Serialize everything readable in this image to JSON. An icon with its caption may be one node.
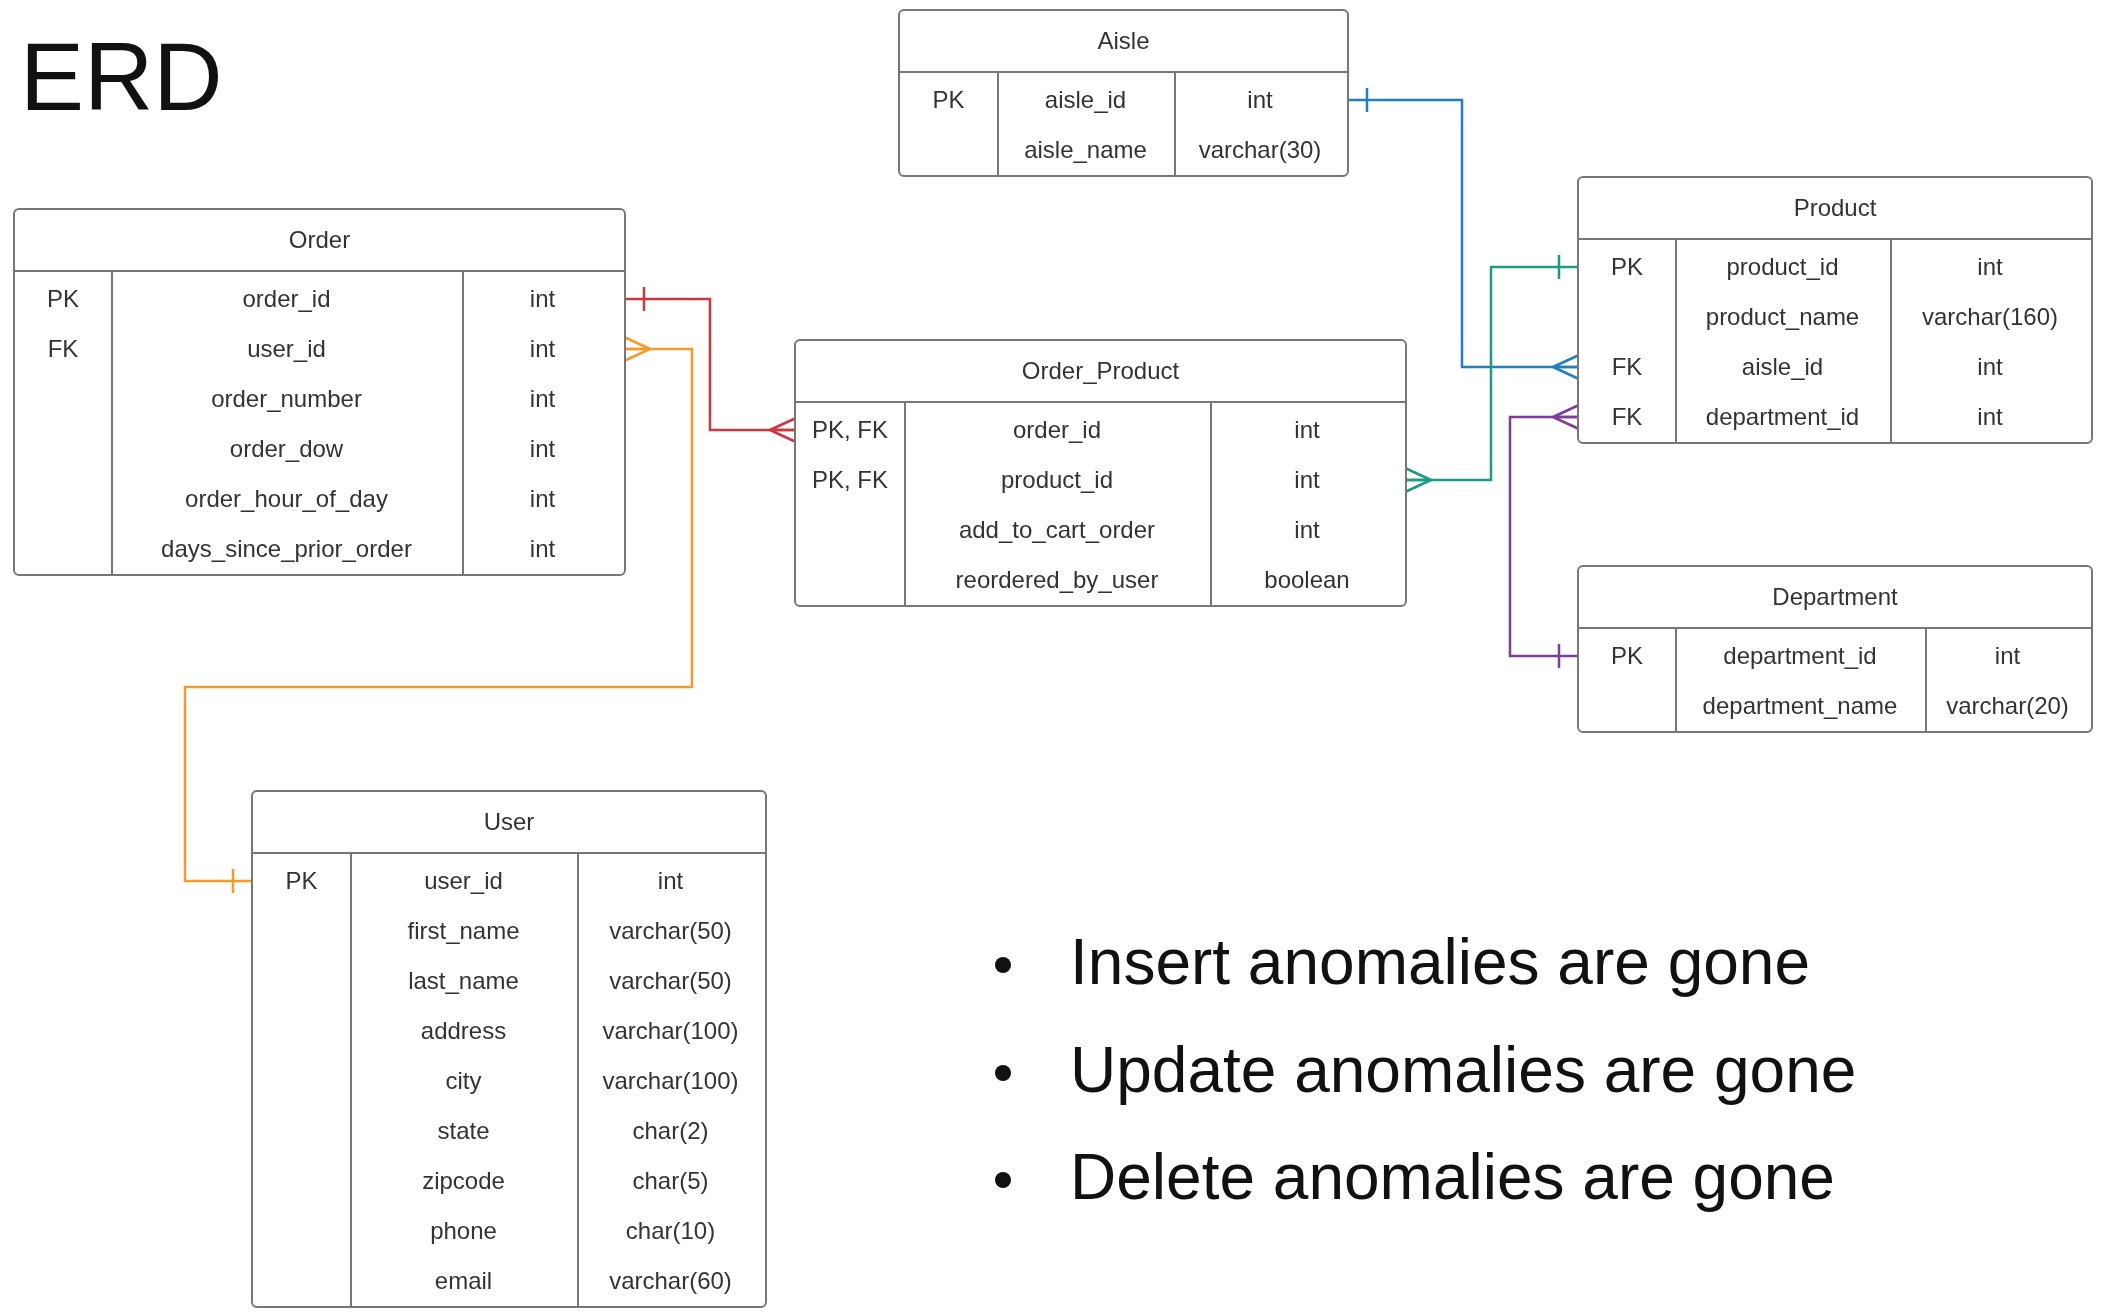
{
  "diagram": {
    "title": "ERD",
    "nodes": [
      {
        "text": [
          "Aisle"
        ]
      },
      {
        "text": [
          "PK",
          "aisle_id",
          "int"
        ],
        "in": 0
      },
      {
        "text": [
          "aisle_name",
          "varchar(30)"
        ],
        "in": 0
      },
      {
        "text": [
          "Order"
        ]
      },
      {
        "text": [
          "PK",
          "order_id",
          "int"
        ],
        "in": 3
      },
      {
        "text": [
          "FK",
          "user_id",
          "int"
        ],
        "in": 3
      },
      {
        "text": [
          "order_number",
          "int"
        ],
        "in": 3
      },
      {
        "text": [
          "order_dow",
          "int"
        ],
        "in": 3
      },
      {
        "text": [
          "order_hour_of_day",
          "int"
        ],
        "in": 3
      },
      {
        "text": [
          "days_since_prior_order",
          "int"
        ],
        "in": 3
      },
      {
        "text": [
          "Order_Product"
        ]
      },
      {
        "text": [
          "PK, FK",
          "order_id",
          "int"
        ],
        "in": 10
      },
      {
        "text": [
          "PK, FK",
          "product_id",
          "int"
        ],
        "in": 10
      },
      {
        "text": [
          "add_to_cart_order",
          "int"
        ],
        "in": 10
      },
      {
        "text": [
          "reordered_by_user",
          "boolean"
        ],
        "in": 10
      },
      {
        "text": [
          "Product"
        ]
      },
      {
        "text": [
          "PK",
          "product_id",
          "int"
        ],
        "in": 15
      },
      {
        "text": [
          "product_name",
          "varchar(160)"
        ],
        "in": 15
      },
      {
        "text": [
          "FK",
          "aisle_id",
          "int"
        ],
        "in": 15
      },
      {
        "text": [
          "FK",
          "department_id",
          "int"
        ],
        "in": 15
      },
      {
        "text": [
          "Department"
        ]
      },
      {
        "text": [
          "PK",
          "department_id",
          "int"
        ],
        "in": 20
      },
      {
        "text": [
          "department_name",
          "varchar(20)"
        ],
        "in": 20
      },
      {
        "text": [
          "User"
        ]
      },
      {
        "text": [
          "PK",
          "user_id",
          "int"
        ],
        "in": 23
      },
      {
        "text": [
          "first_name",
          "varchar(50)"
        ],
        "in": 23
      },
      {
        "text": [
          "last_name",
          "varchar(50)"
        ],
        "in": 23
      },
      {
        "text": [
          "address",
          "varchar(100)"
        ],
        "in": 23
      },
      {
        "text": [
          "city",
          "varchar(100)"
        ],
        "in": 23
      },
      {
        "text": [
          "state",
          "char(2)"
        ],
        "in": 23
      },
      {
        "text": [
          "zipcode",
          "char(5)"
        ],
        "in": 23
      },
      {
        "text": [
          "phone",
          "char(10)"
        ],
        "in": 23
      },
      {
        "text": [
          "email",
          "varchar(60)"
        ],
        "in": 23
      }
    ],
    "edges": [
      {
        "from": 4,
        "to": 11,
        "arrow": "other",
        "color": "#d0343f"
      },
      {
        "from": 24,
        "to": 5,
        "arrow": "other",
        "color": "#f39c2b"
      },
      {
        "from": 1,
        "to": 18,
        "arrow": "other",
        "color": "#1f7fbf"
      },
      {
        "from": 16,
        "to": 12,
        "arrow": "other",
        "color": "#1a9c82"
      },
      {
        "from": 21,
        "to": 19,
        "arrow": "other",
        "color": "#7d3c98"
      }
    ],
    "labels": [
      "Insert anomalies are gone",
      "Update anomalies are gone",
      "Delete anomalies are gone"
    ]
  }
}
